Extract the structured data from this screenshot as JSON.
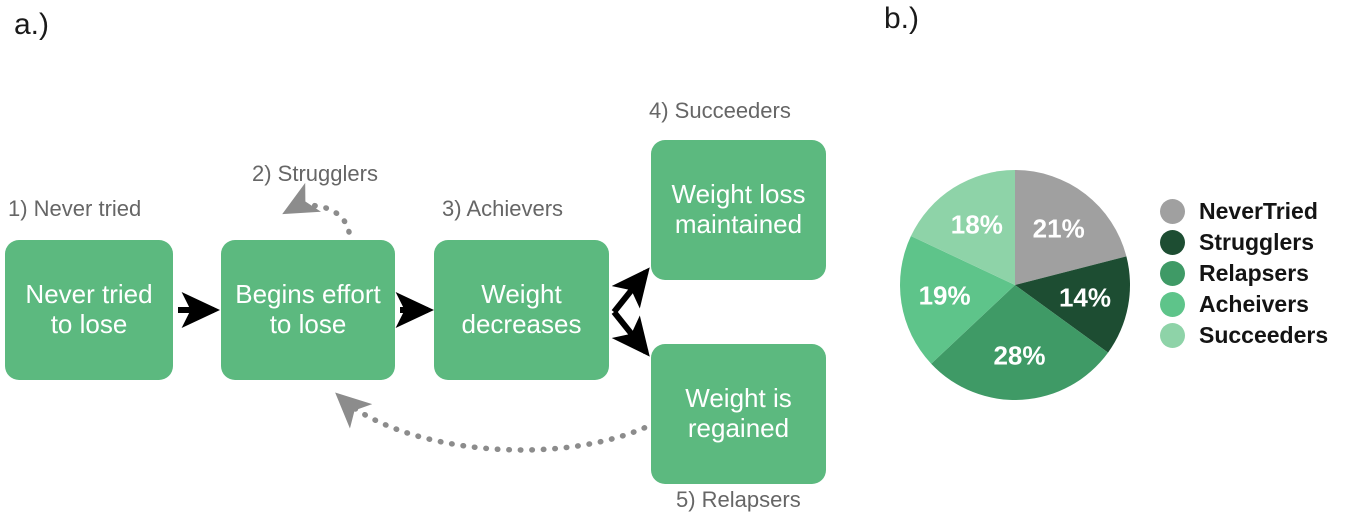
{
  "panels": {
    "a": {
      "label": "a.)"
    },
    "b": {
      "label": "b.)"
    }
  },
  "flow": {
    "boxes": [
      {
        "id": "box1",
        "text": "Never tried to lose",
        "step_label": "1) Never tried"
      },
      {
        "id": "box2",
        "text": "Begins effort to lose",
        "step_label": "2) Strugglers"
      },
      {
        "id": "box3",
        "text": "Weight decreases",
        "step_label": "3) Achievers"
      },
      {
        "id": "box4",
        "text": "Weight loss maintained",
        "step_label": "4) Succeeders"
      },
      {
        "id": "box5",
        "text": "Weight is regained",
        "step_label": "5) Relapsers"
      }
    ],
    "box_color": "#5cb97f",
    "box_text_color": "#ffffff",
    "label_color": "#666666",
    "solid_arrow_color": "#000000",
    "dotted_arrow_color": "#8c8c8c"
  },
  "chart_data": {
    "type": "pie",
    "title": "",
    "categories": [
      "NeverTried",
      "Strugglers",
      "Relapsers",
      "Acheivers",
      "Succeeders"
    ],
    "values": [
      21,
      14,
      28,
      19,
      18
    ],
    "value_labels": [
      "21%",
      "14%",
      "28%",
      "19%",
      "18%"
    ],
    "colors": [
      "#a0a0a0",
      "#1d4d32",
      "#3f9a66",
      "#5ec48a",
      "#8ed3a8"
    ],
    "start_angle_deg": 0,
    "direction": "clockwise",
    "legend_position": "right",
    "grid": false,
    "label_color": "#ffffff"
  }
}
